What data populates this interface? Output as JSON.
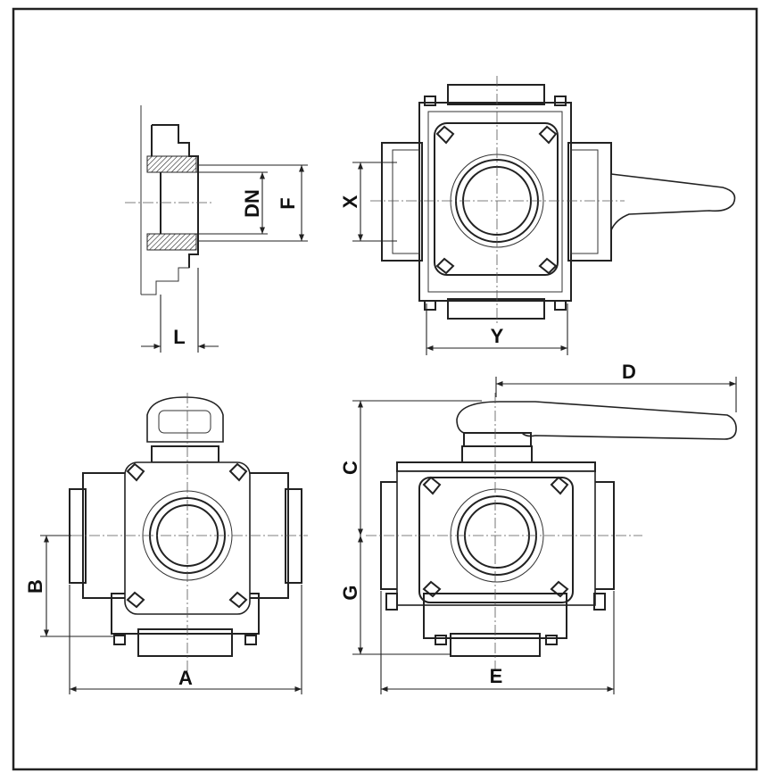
{
  "title": "3-way ball valve dimension drawing",
  "dimension_labels": {
    "dn": "DN",
    "f": "F",
    "l": "L",
    "x": "X",
    "y": "Y",
    "d": "D",
    "c": "C",
    "g": "G",
    "b": "B",
    "a": "A",
    "e": "E"
  }
}
